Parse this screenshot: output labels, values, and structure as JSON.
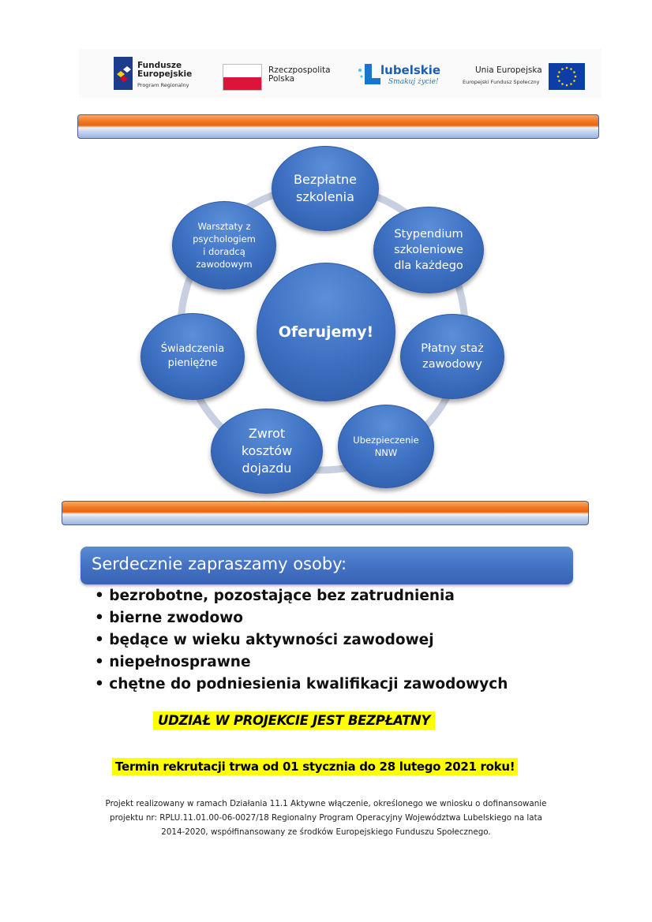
{
  "logos": {
    "fe_title": "Fundusze\nEuropejskie",
    "fe_sub": "Program Regionalny",
    "rp_title": "Rzeczpospolita\nPolska",
    "lub_title": "lubelskie",
    "lub_sub": "Smakuj życie!",
    "ue_title": "Unia Europejska",
    "ue_sub": "Europejski Fundusz Społeczny"
  },
  "diagram": {
    "center": "Oferujemy!",
    "nodes": [
      {
        "id": "bezplatne",
        "label": "Bezpłatne\nszkolenia"
      },
      {
        "id": "stypendium",
        "label": "Stypendium\nszkoleniowe\ndla każdego"
      },
      {
        "id": "staz",
        "label": "Płatny staż\nzawodowy"
      },
      {
        "id": "nnw",
        "label": "Ubezpieczenie\nNNW"
      },
      {
        "id": "zwrot",
        "label": "Zwrot\nkosztów\ndojazdu"
      },
      {
        "id": "swiadczenia",
        "label": "Świadczenia\npieniężne"
      },
      {
        "id": "warsztaty",
        "label": "Warsztaty z\npsychologiem\ni doradcą\nzawodowym"
      }
    ]
  },
  "invite": {
    "title": "Serdecznie zapraszamy osoby:",
    "items": [
      "• bezrobotne, pozostające bez zatrudnienia",
      "• bierne zwodowo",
      "• będące w wieku aktywności zawodowej",
      "• niepełnosprawne",
      "• chętne do podniesienia kwalifikacji zawodowych"
    ]
  },
  "notes": {
    "free": "UDZIAŁ W PROJEKCIE JEST BEZPŁATNY",
    "recruit": "Termin rekrutacji  trwa od 01 stycznia do 28 lutego 2021 roku!"
  },
  "footer": {
    "line1": "Projekt realizowany w ramach Działania 11.1 Aktywne włączenie, określonego we wniosku o dofinansowanie",
    "line2": "projektu nr: RPLU.11.01.00-06-0027/18 Regionalny Program Operacyjny Województwa Lubelskiego na lata",
    "line3": "2014-2020, współfinansowany ze środków Europejskiego Funduszu Społecznego."
  },
  "colors": {
    "node_blue": "#3c6fc1",
    "ring": "#c8cfe0",
    "orange": "#f07a23",
    "highlight": "#ffff00",
    "pl_red": "#dc143c",
    "eu_blue": "#0d3ea8",
    "eu_star": "#ffd700"
  }
}
